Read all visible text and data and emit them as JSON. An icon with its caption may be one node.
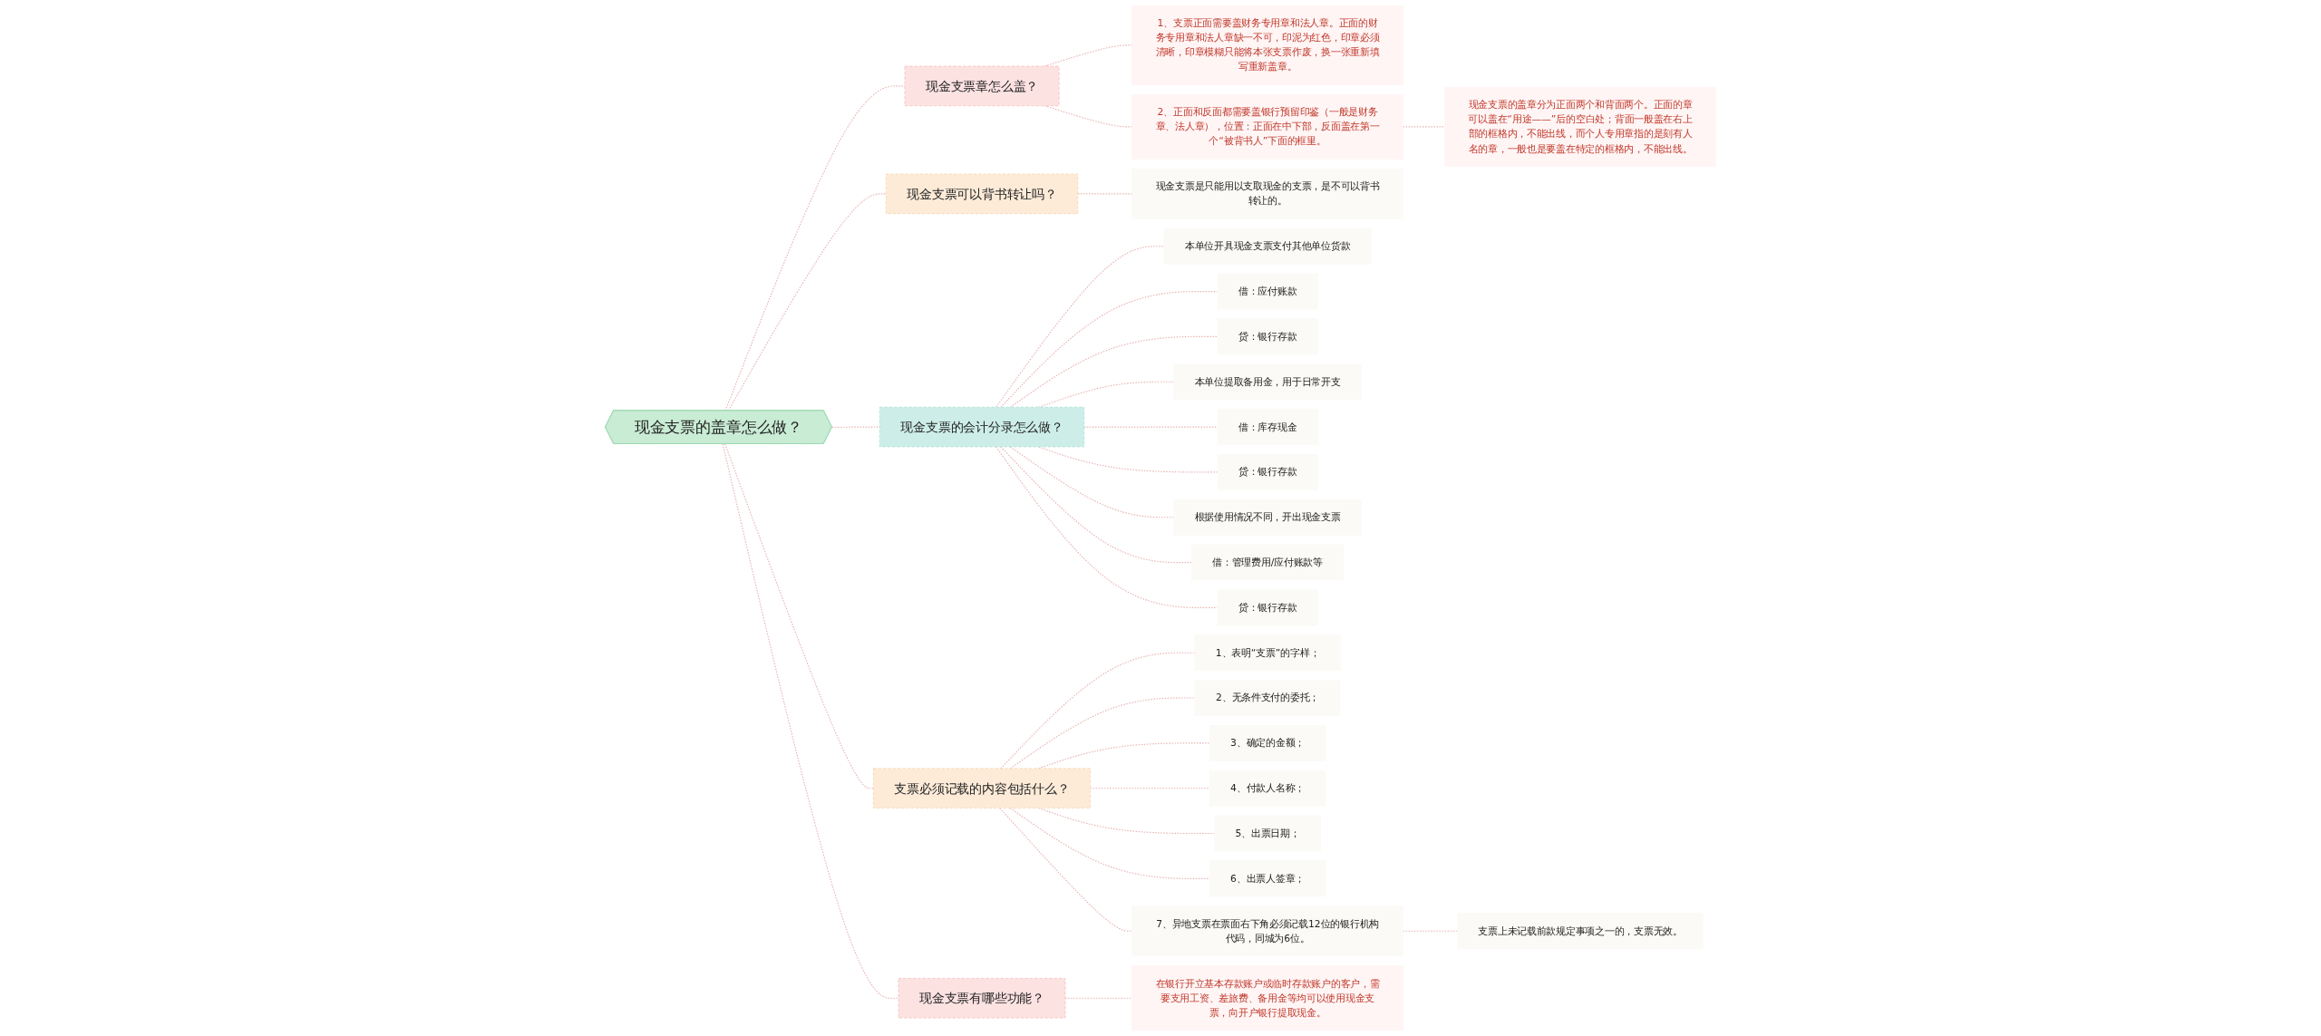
{
  "diagram": {
    "nodes": [
      {
        "text": [
          "现金支票的盖章怎么做？"
        ]
      },
      {
        "text": [
          "现金支票章怎么盖？"
        ]
      },
      {
        "text": [
          "1、支票正面需要盖财务专用章和法人章。正面的财务专用章和法人章缺一不可，印泥为红色，印章必须清晰，印章模糊只能将本张支票作废，换一张重新填写重新盖章。"
        ]
      },
      {
        "text": [
          "2、正面和反面都需要盖银行预留印鉴（一般是财务章、法人章），位置：正面在中下部，反面盖在第一个“被背书人”下面的框里。"
        ]
      },
      {
        "text": [
          "现金支票的盖章分为正面两个和背面两个。正面的章可以盖在“用途——”后的空白处；背面一般盖在右上部的框格内，不能出线，而个人专用章指的是刻有人名的章，一般也是要盖在特定的框格内，不能出线。"
        ]
      },
      {
        "text": [
          "现金支票可以背书转让吗？"
        ]
      },
      {
        "text": [
          "现金支票是只能用以支取现金的支票，是不可以背书转让的。"
        ]
      },
      {
        "text": [
          "现金支票的会计分录怎么做？"
        ]
      },
      {
        "text": [
          "本单位开具现金支票支付其他单位货款"
        ]
      },
      {
        "text": [
          "借：应付账款"
        ]
      },
      {
        "text": [
          "贷：银行存款"
        ]
      },
      {
        "text": [
          "本单位提取备用金，用于日常开支"
        ]
      },
      {
        "text": [
          "借：库存现金"
        ]
      },
      {
        "text": [
          "贷：银行存款"
        ]
      },
      {
        "text": [
          "根据使用情况不同，开出现金支票"
        ]
      },
      {
        "text": [
          "借：管理费用/应付账款等"
        ]
      },
      {
        "text": [
          "贷：银行存款"
        ]
      },
      {
        "text": [
          "支票必须记载的内容包括什么？"
        ]
      },
      {
        "text": [
          "1、表明“支票”的字样；"
        ]
      },
      {
        "text": [
          "2、无条件支付的委托；"
        ]
      },
      {
        "text": [
          "3、确定的金额；"
        ]
      },
      {
        "text": [
          "4、付款人名称；"
        ]
      },
      {
        "text": [
          "5、出票日期；"
        ]
      },
      {
        "text": [
          "6、出票人签章；"
        ]
      },
      {
        "text": [
          "7、异地支票在票面右下角必须记载12位的银行机构代码，同城为6位。"
        ]
      },
      {
        "text": [
          "支票上未记载前款规定事项之一的，支票无效。"
        ]
      },
      {
        "text": [
          "现金支票有哪些功能？"
        ]
      },
      {
        "text": [
          "在银行开立基本存款账户或临时存款账户的客户，需要支用工资、差旅费、备用金等均可以使用现金支票，向开户银行提取现金。"
        ]
      }
    ],
    "edges": [
      {
        "from": 0,
        "to": 1,
        "arrow": "none",
        "style": "dashed"
      },
      {
        "from": 1,
        "to": 2,
        "arrow": "none",
        "style": "dashed"
      },
      {
        "from": 1,
        "to": 3,
        "arrow": "none",
        "style": "dashed"
      },
      {
        "from": 3,
        "to": 4,
        "arrow": "none",
        "style": "dashed"
      },
      {
        "from": 0,
        "to": 5,
        "arrow": "none",
        "style": "dashed"
      },
      {
        "from": 5,
        "to": 6,
        "arrow": "none",
        "style": "dashed"
      },
      {
        "from": 0,
        "to": 7,
        "arrow": "none",
        "style": "dashed"
      },
      {
        "from": 7,
        "to": 8,
        "arrow": "none",
        "style": "dashed"
      },
      {
        "from": 7,
        "to": 9,
        "arrow": "none",
        "style": "dashed"
      },
      {
        "from": 7,
        "to": 10,
        "arrow": "none",
        "style": "dashed"
      },
      {
        "from": 7,
        "to": 11,
        "arrow": "none",
        "style": "dashed"
      },
      {
        "from": 7,
        "to": 12,
        "arrow": "none",
        "style": "dashed"
      },
      {
        "from": 7,
        "to": 13,
        "arrow": "none",
        "style": "dashed"
      },
      {
        "from": 7,
        "to": 14,
        "arrow": "none",
        "style": "dashed"
      },
      {
        "from": 7,
        "to": 15,
        "arrow": "none",
        "style": "dashed"
      },
      {
        "from": 7,
        "to": 16,
        "arrow": "none",
        "style": "dashed"
      },
      {
        "from": 0,
        "to": 17,
        "arrow": "none",
        "style": "dashed"
      },
      {
        "from": 17,
        "to": 18,
        "arrow": "none",
        "style": "dashed"
      },
      {
        "from": 17,
        "to": 19,
        "arrow": "none",
        "style": "dashed"
      },
      {
        "from": 17,
        "to": 20,
        "arrow": "none",
        "style": "dashed"
      },
      {
        "from": 17,
        "to": 21,
        "arrow": "none",
        "style": "dashed"
      },
      {
        "from": 17,
        "to": 22,
        "arrow": "none",
        "style": "dashed"
      },
      {
        "from": 17,
        "to": 23,
        "arrow": "none",
        "style": "dashed"
      },
      {
        "from": 17,
        "to": 24,
        "arrow": "none",
        "style": "dashed"
      },
      {
        "from": 24,
        "to": 25,
        "arrow": "none",
        "style": "dashed"
      },
      {
        "from": 0,
        "to": 26,
        "arrow": "none",
        "style": "dashed"
      },
      {
        "from": 26,
        "to": 27,
        "arrow": "none",
        "style": "dashed"
      }
    ]
  }
}
